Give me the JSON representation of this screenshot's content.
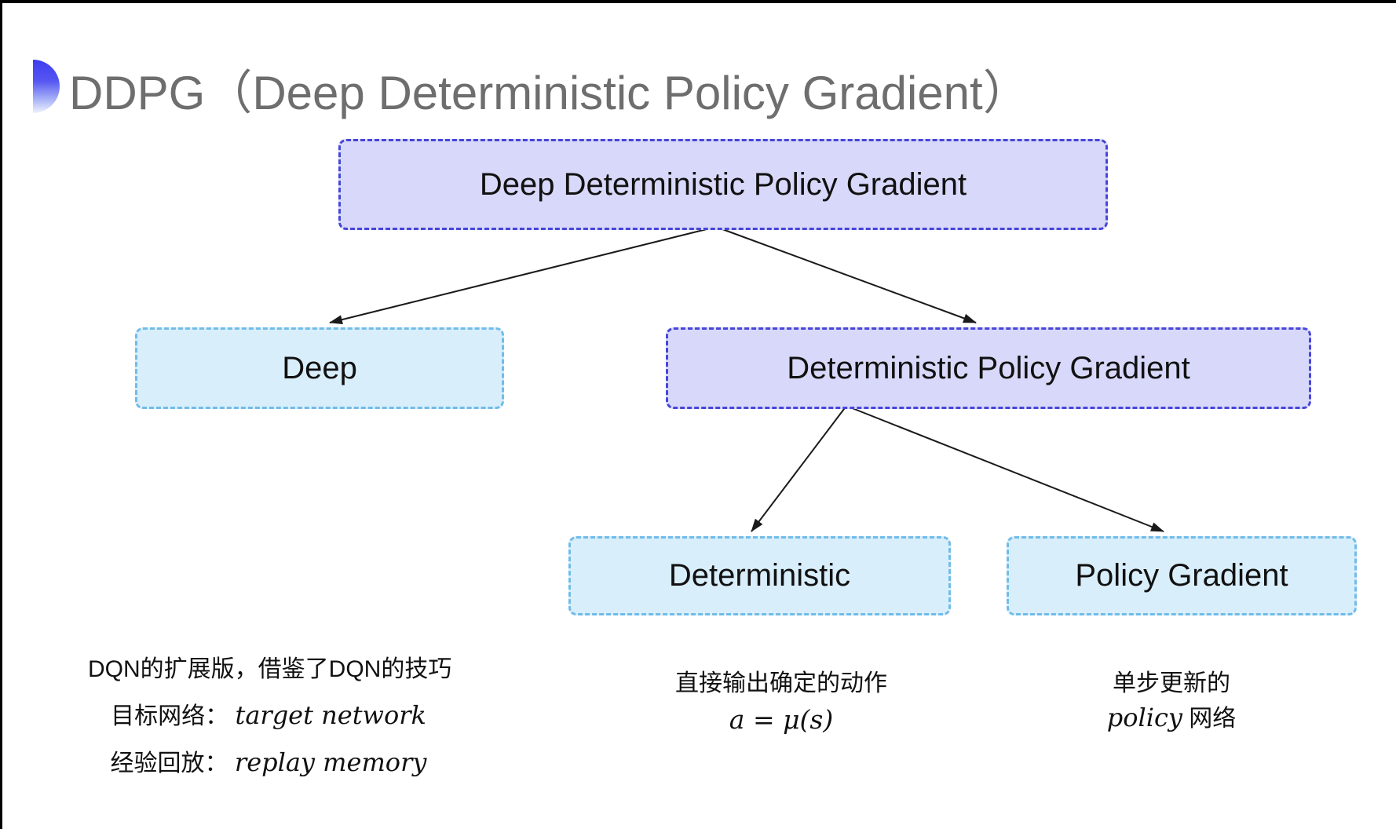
{
  "header": {
    "logo_icon": "half-circle-bullet",
    "title": "DDPG（Deep Deterministic Policy Gradient）"
  },
  "colors": {
    "purple_node_fill": "#D8D8FA",
    "purple_node_border": "#4646D8",
    "cyan_node_fill": "#D9EEFB",
    "cyan_node_border": "#70BCE8",
    "arrow": "#1A1A1A",
    "title_gray": "#6E6E6E",
    "logo_blue": "#3D3DF0"
  },
  "tree": {
    "root": {
      "label": "Deep Deterministic Policy Gradient"
    },
    "children": [
      {
        "label": "Deep"
      },
      {
        "label": "Deterministic Policy Gradient"
      }
    ],
    "grandchildren": [
      {
        "label": "Deterministic"
      },
      {
        "label": "Policy Gradient"
      }
    ]
  },
  "notes": {
    "deep_note": {
      "line1": "DQN的扩展版，借鉴了DQN的技巧",
      "line2_label": "目标网络：  ",
      "line2_term": "target network",
      "line3_label": "经验回放： ",
      "line3_term": "replay memory"
    },
    "deterministic_note": {
      "line1": "直接输出确定的动作",
      "formula": "a = μ(s)"
    },
    "policy_gradient_note": {
      "line1": "单步更新的",
      "term": "policy",
      "suffix": " 网络"
    }
  }
}
